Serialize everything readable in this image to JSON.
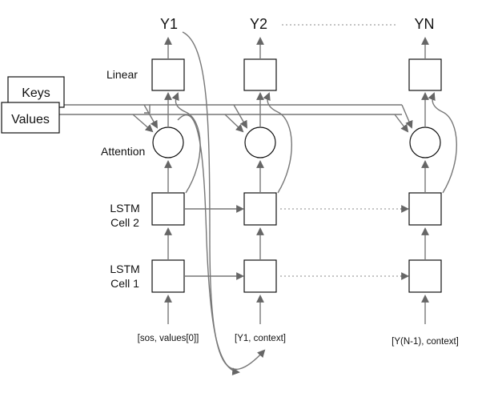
{
  "outputs": {
    "y1": "Y1",
    "y2": "Y2",
    "yn": "YN"
  },
  "row_labels": {
    "linear": "Linear",
    "attention": "Attention",
    "lstm2_line1": "LSTM",
    "lstm2_line2": "Cell 2",
    "lstm1_line1": "LSTM",
    "lstm1_line2": "Cell 1"
  },
  "inputs": {
    "keys": "Keys",
    "values": "Values",
    "step1": "[sos, values[0]]",
    "step2": "[Y1, context]",
    "stepn": "[Y(N-1), context]"
  },
  "colors": {
    "stroke": "#111111",
    "wire": "#777777"
  }
}
